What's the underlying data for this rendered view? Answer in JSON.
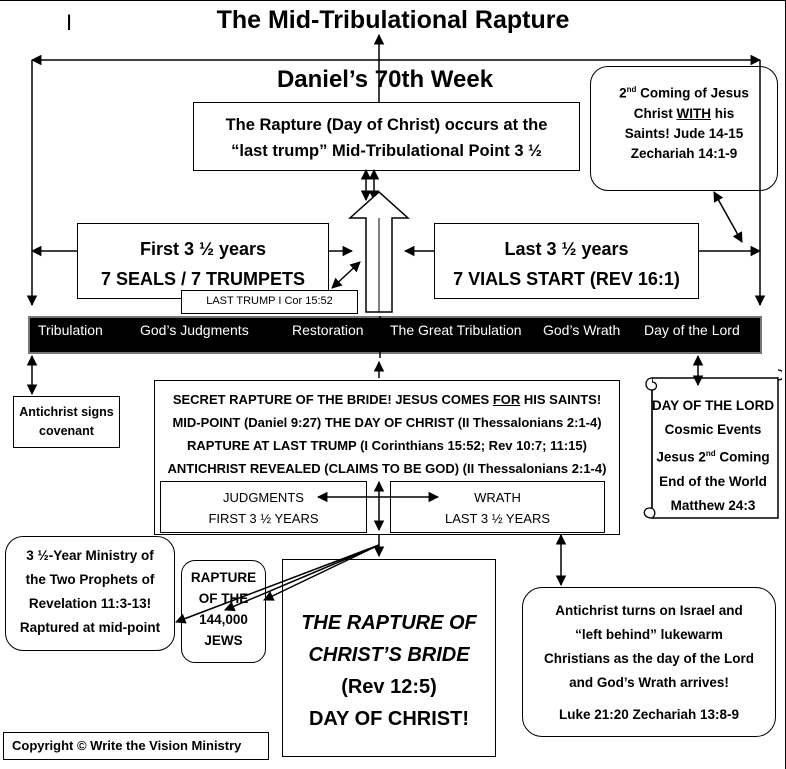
{
  "title": "The Mid-Tribulational  Rapture",
  "corner_mark": "I",
  "week_heading": "Daniel’s 70th Week",
  "rapture_point": {
    "line1": "The Rapture (Day of Christ) occurs at the",
    "line2": "“last trump” Mid-Tribulational Point 3 ½"
  },
  "second_coming": {
    "line1_pre": "2",
    "line1_sup": "nd",
    "line1_post": " Coming of Jesus",
    "line2_pre": "Christ ",
    "line2_u": "WITH",
    "line2_post": " his",
    "line3": "Saints! Jude 14-15",
    "line4": "Zechariah 14:1-9"
  },
  "first_half": {
    "line1": "First 3 ½ years",
    "line2": "7 SEALS / 7 TRUMPETS"
  },
  "last_half": {
    "line1": "Last 3 ½ years",
    "line2": "7 VIALS START (REV 16:1)"
  },
  "last_trump_label": "LAST TRUMP    I Cor 15:52",
  "timeline": {
    "left": [
      "Tribulation",
      "God’s Judgments",
      "Restoration"
    ],
    "right": [
      "The Great Tribulation",
      "God’s Wrath",
      "Day of the Lord"
    ]
  },
  "antichrist_covenant": {
    "line1": "Antichrist signs",
    "line2": "covenant"
  },
  "secret_rapture": {
    "line1_pre": "SECRET RAPTURE OF THE BRIDE! JESUS COMES ",
    "line1_u": "FOR",
    "line1_post": " HIS SAINTS!",
    "line2": "MID-POINT (Daniel 9:27) THE DAY OF CHRIST (II Thessalonians 2:1-4)",
    "line3": "RAPTURE AT LAST TRUMP (I Corinthians 15:52; Rev 10:7; 11:15)",
    "line4": "ANTICHRIST REVEALED (CLAIMS TO BE GOD) (II Thessalonians 2:1-4)"
  },
  "judgments": {
    "line1": "JUDGMENTS",
    "line2": "FIRST 3 ½ YEARS"
  },
  "wrath": {
    "line1": "WRATH",
    "line2": "LAST 3 ½ YEARS"
  },
  "day_of_lord": {
    "line1": "DAY OF THE LORD",
    "line2": "Cosmic Events",
    "line3_pre": "Jesus 2",
    "line3_sup": "nd",
    "line3_post": " Coming",
    "line4": "End of the World",
    "line5": "Matthew 24:3"
  },
  "prophets": {
    "line1": "3 ½-Year Ministry of",
    "line2": "the Two Prophets of",
    "line3": "Revelation 11:3-13!",
    "line4": "Raptured at mid-point"
  },
  "rapture_144": {
    "line1": "RAPTURE",
    "line2": "OF THE",
    "line3": "144,000",
    "line4": "JEWS"
  },
  "bride": {
    "line1": "THE RAPTURE OF",
    "line2": "CHRIST’S BRIDE",
    "line3": "(Rev 12:5)",
    "line4": "DAY OF CHRIST!"
  },
  "israel": {
    "line1": "Antichrist turns on Israel and",
    "line2": "“left behind” lukewarm",
    "line3": "Christians as the day of the Lord",
    "line4": "and God’s Wrath arrives!",
    "line5": "Luke 21:20 Zechariah 13:8-9"
  },
  "copyright": "Copyright © Write the Vision Ministry",
  "colors": {
    "ink": "#000000",
    "timeline_bar": "#000000",
    "timeline_text": "#ffffff",
    "timeline_border": "#777777"
  }
}
